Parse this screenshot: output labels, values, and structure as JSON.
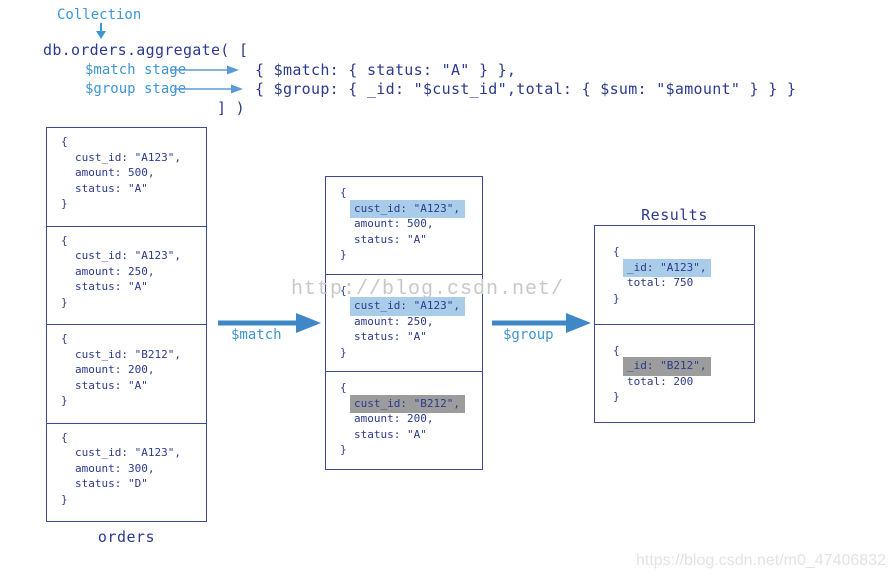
{
  "colors": {
    "text_navy": "#2b3a8e",
    "label_light_blue": "#3e96d2",
    "arrow_blue": "#3e88c7",
    "highlight_blue": "#a9cde9",
    "highlight_gray": "#9c9c9c",
    "box_border": "#3b4a9a",
    "watermark_center_gray": "#c8c8c8",
    "watermark_corner_gray": "#e3e3e3"
  },
  "header": {
    "collection_label": "Collection",
    "code_open": "db.orders.aggregate( [",
    "match_stage_label": "$match stage",
    "match_code": "{ $match: { status: \"A\" } },",
    "group_stage_label": "$group stage",
    "group_code": "{ $group: { _id: \"$cust_id\",total: { $sum: \"$amount\" } } }",
    "code_close": "] )"
  },
  "orders_box": {
    "label": "orders",
    "docs": [
      {
        "lines": [
          "{",
          "cust_id: \"A123\",",
          "amount: 500,",
          "status: \"A\"",
          "}"
        ]
      },
      {
        "lines": [
          "{",
          "cust_id: \"A123\",",
          "amount: 250,",
          "status: \"A\"",
          "}"
        ]
      },
      {
        "lines": [
          "{",
          "cust_id: \"B212\",",
          "amount: 200,",
          "status: \"A\"",
          "}"
        ]
      },
      {
        "lines": [
          "{",
          "cust_id: \"A123\",",
          "amount: 300,",
          "status: \"D\"",
          "}"
        ]
      }
    ]
  },
  "match_arrow_label": "$match",
  "matched_box": {
    "docs": [
      {
        "lines": [
          "{",
          "cust_id: \"A123\",",
          "amount: 500,",
          "status: \"A\"",
          "}"
        ],
        "highlight_line": 1,
        "highlight": "blue"
      },
      {
        "lines": [
          "{",
          "cust_id: \"A123\",",
          "amount: 250,",
          "status: \"A\"",
          "}"
        ],
        "highlight_line": 1,
        "highlight": "blue"
      },
      {
        "lines": [
          "{",
          "cust_id: \"B212\",",
          "amount: 200,",
          "status: \"A\"",
          "}"
        ],
        "highlight_line": 1,
        "highlight": "gray"
      }
    ]
  },
  "group_arrow_label": "$group",
  "results_box": {
    "title": "Results",
    "docs": [
      {
        "lines": [
          "{",
          "_id: \"A123\",",
          "total: 750",
          "}"
        ],
        "highlight_line": 1,
        "highlight": "blue"
      },
      {
        "lines": [
          "{",
          "_id: \"B212\",",
          "total: 200",
          "}"
        ],
        "highlight_line": 1,
        "highlight": "gray"
      }
    ]
  },
  "watermarks": {
    "center": "http://blog.csdn.net/",
    "corner": "https://blog.csdn.net/m0_47406832"
  }
}
